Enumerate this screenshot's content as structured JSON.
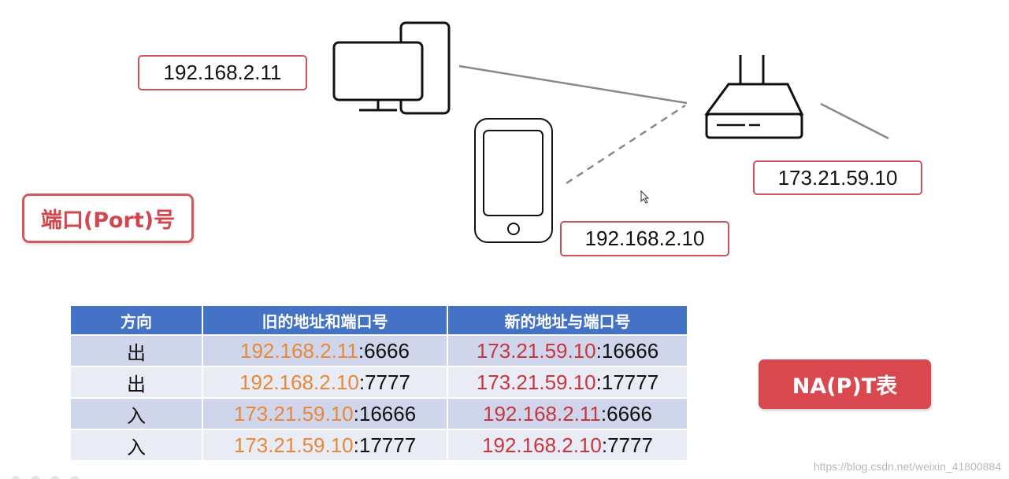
{
  "diagram": {
    "pc_ip": "192.168.2.11",
    "router_ip": "173.21.59.10",
    "phone_ip": "192.168.2.10",
    "port_label": "端口(Port)号",
    "badge": "NA(P)T表"
  },
  "table": {
    "headers": [
      "方向",
      "旧的地址和端口号",
      "新的地址与端口号"
    ],
    "rows": [
      {
        "direction": "出",
        "old_ip": "192.168.2.11",
        "old_port": ":6666",
        "new_ip": "173.21.59.10",
        "new_port": ":16666"
      },
      {
        "direction": "出",
        "old_ip": "192.168.2.10",
        "old_port": ":7777",
        "new_ip": "173.21.59.10",
        "new_port": ":17777"
      },
      {
        "direction": "入",
        "old_ip": "173.21.59.10",
        "old_port": ":16666",
        "new_ip": "192.168.2.11",
        "new_port": ":6666"
      },
      {
        "direction": "入",
        "old_ip": "173.21.59.10",
        "old_port": ":17777",
        "new_ip": "192.168.2.10",
        "new_port": ":7777"
      }
    ]
  },
  "watermark": "https://blog.csdn.net/weixin_41800884",
  "colors": {
    "header_blue": "#4472c4",
    "label_red": "#d1474e",
    "old_ip_orange": "#e8893a",
    "new_ip_crimson": "#c8373f"
  }
}
